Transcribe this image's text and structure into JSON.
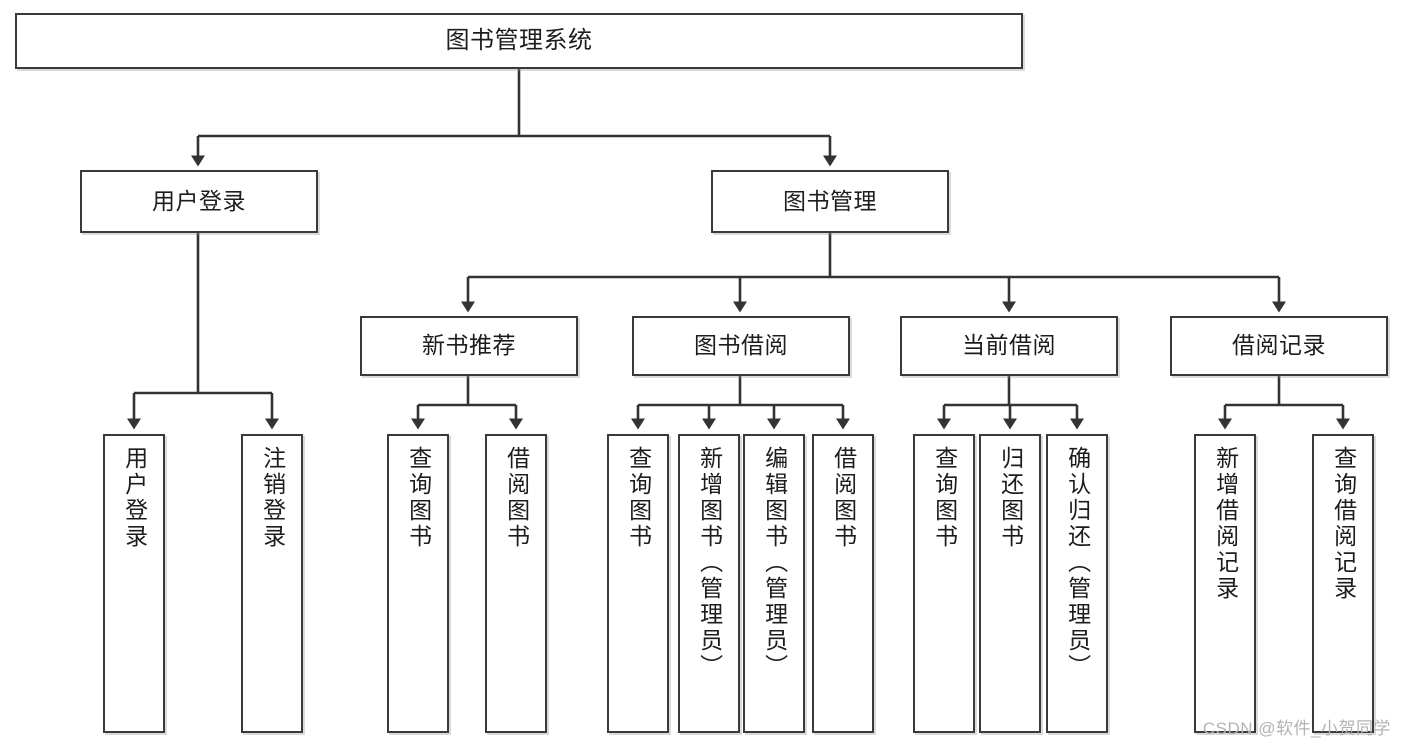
{
  "diagram": {
    "type": "tree-hierarchy",
    "title": "图书管理系统",
    "watermark": "CSDN @软件_小贺同学",
    "colors": {
      "box_border": "#3a3a3a",
      "box_fill": "#ffffff",
      "connector": "#333333",
      "text": "#1d1d1d",
      "watermark": "#b3b3b3",
      "background": "#ffffff"
    },
    "nodes": {
      "root": {
        "label": "图书管理系统",
        "level": 0,
        "orientation": "horizontal"
      },
      "user_login": {
        "label": "用户登录",
        "level": 1,
        "orientation": "horizontal"
      },
      "book_manage": {
        "label": "图书管理",
        "level": 1,
        "orientation": "horizontal"
      },
      "new_book_rec": {
        "label": "新书推荐",
        "level": 2,
        "orientation": "horizontal"
      },
      "book_borrow": {
        "label": "图书借阅",
        "level": 2,
        "orientation": "horizontal"
      },
      "current_borrow": {
        "label": "当前借阅",
        "level": 2,
        "orientation": "horizontal"
      },
      "borrow_record": {
        "label": "借阅记录",
        "level": 2,
        "orientation": "horizontal"
      },
      "leaf_user_login": {
        "label": "用户登录",
        "level": 3,
        "orientation": "vertical"
      },
      "leaf_logout": {
        "label": "注销登录",
        "level": 3,
        "orientation": "vertical"
      },
      "leaf_query_book_1": {
        "label": "查询图书",
        "level": 3,
        "orientation": "vertical"
      },
      "leaf_borrow_book_1": {
        "label": "借阅图书",
        "level": 3,
        "orientation": "vertical"
      },
      "leaf_query_book_2": {
        "label": "查询图书",
        "level": 3,
        "orientation": "vertical"
      },
      "leaf_add_book": {
        "label": "新增图书（管理员）",
        "level": 3,
        "orientation": "vertical"
      },
      "leaf_edit_book": {
        "label": "编辑图书（管理员）",
        "level": 3,
        "orientation": "vertical"
      },
      "leaf_borrow_book_2": {
        "label": "借阅图书",
        "level": 3,
        "orientation": "vertical"
      },
      "leaf_query_book_3": {
        "label": "查询图书",
        "level": 3,
        "orientation": "vertical"
      },
      "leaf_return_book": {
        "label": "归还图书",
        "level": 3,
        "orientation": "vertical"
      },
      "leaf_confirm_return": {
        "label": "确认归还（管理员）",
        "level": 3,
        "orientation": "vertical"
      },
      "leaf_add_record": {
        "label": "新增借阅记录",
        "level": 3,
        "orientation": "vertical"
      },
      "leaf_query_record": {
        "label": "查询借阅记录",
        "level": 3,
        "orientation": "vertical"
      }
    },
    "edges": [
      {
        "from": "root",
        "to": "user_login"
      },
      {
        "from": "root",
        "to": "book_manage"
      },
      {
        "from": "user_login",
        "to": "leaf_user_login"
      },
      {
        "from": "user_login",
        "to": "leaf_logout"
      },
      {
        "from": "book_manage",
        "to": "new_book_rec"
      },
      {
        "from": "book_manage",
        "to": "book_borrow"
      },
      {
        "from": "book_manage",
        "to": "current_borrow"
      },
      {
        "from": "book_manage",
        "to": "borrow_record"
      },
      {
        "from": "new_book_rec",
        "to": "leaf_query_book_1"
      },
      {
        "from": "new_book_rec",
        "to": "leaf_borrow_book_1"
      },
      {
        "from": "book_borrow",
        "to": "leaf_query_book_2"
      },
      {
        "from": "book_borrow",
        "to": "leaf_add_book"
      },
      {
        "from": "book_borrow",
        "to": "leaf_edit_book"
      },
      {
        "from": "book_borrow",
        "to": "leaf_borrow_book_2"
      },
      {
        "from": "current_borrow",
        "to": "leaf_query_book_3"
      },
      {
        "from": "current_borrow",
        "to": "leaf_return_book"
      },
      {
        "from": "current_borrow",
        "to": "leaf_confirm_return"
      },
      {
        "from": "borrow_record",
        "to": "leaf_add_record"
      },
      {
        "from": "borrow_record",
        "to": "leaf_query_record"
      }
    ]
  }
}
